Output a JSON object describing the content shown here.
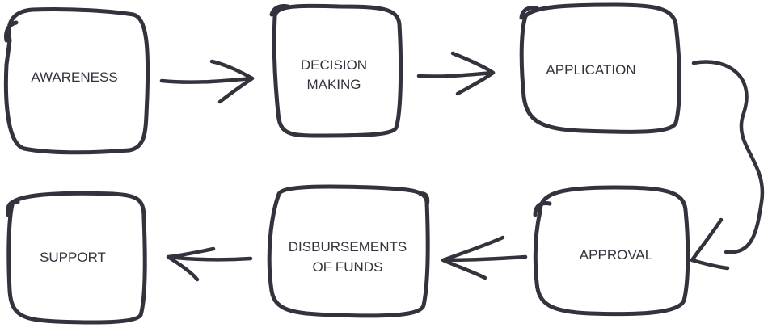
{
  "diagram": {
    "stages": [
      {
        "lines": [
          "AWARENESS"
        ]
      },
      {
        "lines": [
          "DECISION",
          "MAKING"
        ]
      },
      {
        "lines": [
          "APPLICATION"
        ]
      },
      {
        "lines": [
          "APPROVAL"
        ]
      },
      {
        "lines": [
          "DISBURSEMENTS",
          "OF FUNDS"
        ]
      },
      {
        "lines": [
          "SUPPORT"
        ]
      }
    ],
    "stroke_color": "#34333d"
  }
}
